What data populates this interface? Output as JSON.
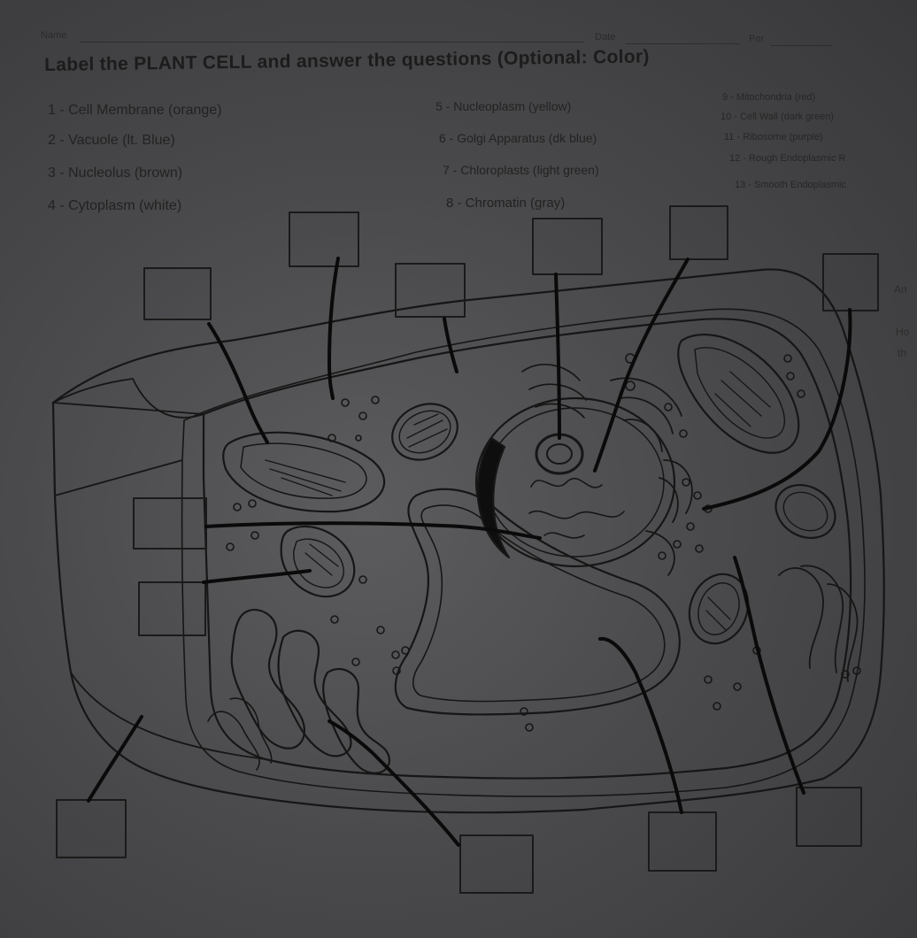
{
  "header": {
    "name_label": "Name",
    "date_label": "Date",
    "per_label": "Per"
  },
  "title": "Label the PLANT CELL and answer the questions (Optional: Color)",
  "legend": [
    {
      "text": "1 - Cell Membrane (orange)"
    },
    {
      "text": "2 - Vacuole (lt. Blue)"
    },
    {
      "text": "3 - Nucleolus (brown)"
    },
    {
      "text": "4 - Cytoplasm (white)"
    },
    {
      "text": "5 - Nucleoplasm (yellow)"
    },
    {
      "text": "6 - Golgi Apparatus (dk blue)"
    },
    {
      "text": "7 - Chloroplasts (light green)"
    },
    {
      "text": "8 - Chromatin (gray)"
    },
    {
      "text": "9 - Mitochondria (red)"
    },
    {
      "text": "10 - Cell Wall (dark green)"
    },
    {
      "text": "11 - Ribosome (purple)"
    },
    {
      "text": "12 - Rough Endoplasmic R"
    },
    {
      "text": "13 - Smooth Endoplasmic"
    }
  ],
  "margin_notes": [
    "An",
    "Ho",
    "th"
  ],
  "colors": {
    "paper": "#4a4a4c",
    "ink": "#111111",
    "pencil_line": "#0c0c0c"
  }
}
